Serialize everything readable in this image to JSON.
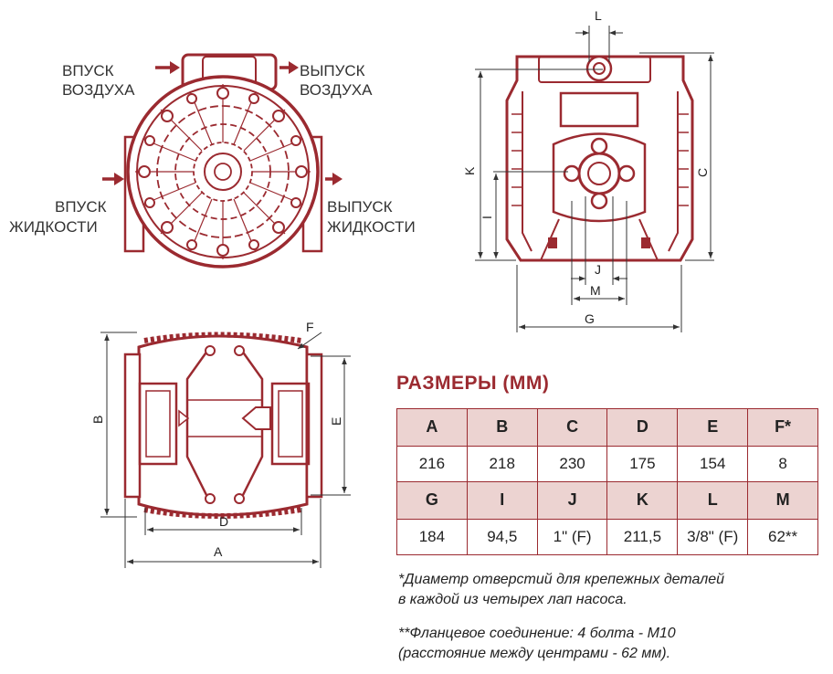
{
  "labels": {
    "air_inlet": [
      "ВПУСК",
      "ВОЗДУХА"
    ],
    "air_outlet": [
      "ВЫПУСК",
      "ВОЗДУХА"
    ],
    "fluid_inlet": [
      "ВПУСК",
      "ЖИДКОСТИ"
    ],
    "fluid_outlet": [
      "ВЫПУСК",
      "ЖИДКОСТИ"
    ]
  },
  "dim_letters": {
    "L": "L",
    "K": "K",
    "I": "I",
    "C": "C",
    "J": "J",
    "M": "M",
    "G": "G",
    "F": "F",
    "B": "B",
    "E": "E",
    "D": "D",
    "A": "A"
  },
  "table": {
    "title": "РАЗМЕРЫ (ММ)",
    "header1": [
      "A",
      "B",
      "C",
      "D",
      "E",
      "F*"
    ],
    "row1": [
      "216",
      "218",
      "230",
      "175",
      "154",
      "8"
    ],
    "header2": [
      "G",
      "I",
      "J",
      "K",
      "L",
      "M"
    ],
    "row2": [
      "184",
      "94,5",
      "1\" (F)",
      "211,5",
      "3/8\" (F)",
      "62**"
    ]
  },
  "notes": {
    "n1_line1": "*Диаметр отверстий для крепежных деталей",
    "n1_line2": "в каждой из четырех лап насоса.",
    "n2_line1": "**Фланцевое соединение: 4 болта - M10",
    "n2_line2": "(расстояние между центрами - 62 мм)."
  },
  "colors": {
    "accent": "#9b2a30",
    "header_bg": "#ecd3d1"
  }
}
